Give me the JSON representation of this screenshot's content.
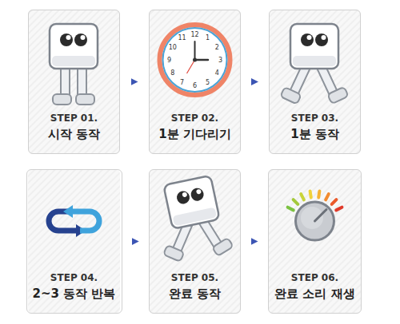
{
  "diagram": {
    "nodes": [
      {
        "text": [
          "STEP 01.",
          "시작 동작"
        ]
      },
      {
        "text": [
          "STEP 02.",
          "1분 기다리기"
        ]
      },
      {
        "text": [
          "STEP 03.",
          "1분 동작"
        ]
      },
      {
        "text": [
          "STEP 04.",
          "2~3 동작 반복"
        ]
      },
      {
        "text": [
          "STEP 05.",
          "완료 동작"
        ]
      },
      {
        "text": [
          "STEP 06.",
          "완료 소리 재생"
        ]
      }
    ],
    "edges": [
      {
        "from": 0,
        "to": 1,
        "arrow": "to"
      },
      {
        "from": 1,
        "to": 2,
        "arrow": "to"
      },
      {
        "from": 3,
        "to": 4,
        "arrow": "to"
      },
      {
        "from": 4,
        "to": 5,
        "arrow": "to"
      }
    ],
    "labels": [
      "12",
      "1",
      "2",
      "3",
      "4",
      "5",
      "6",
      "7",
      "8",
      "9",
      "10",
      "11"
    ]
  }
}
